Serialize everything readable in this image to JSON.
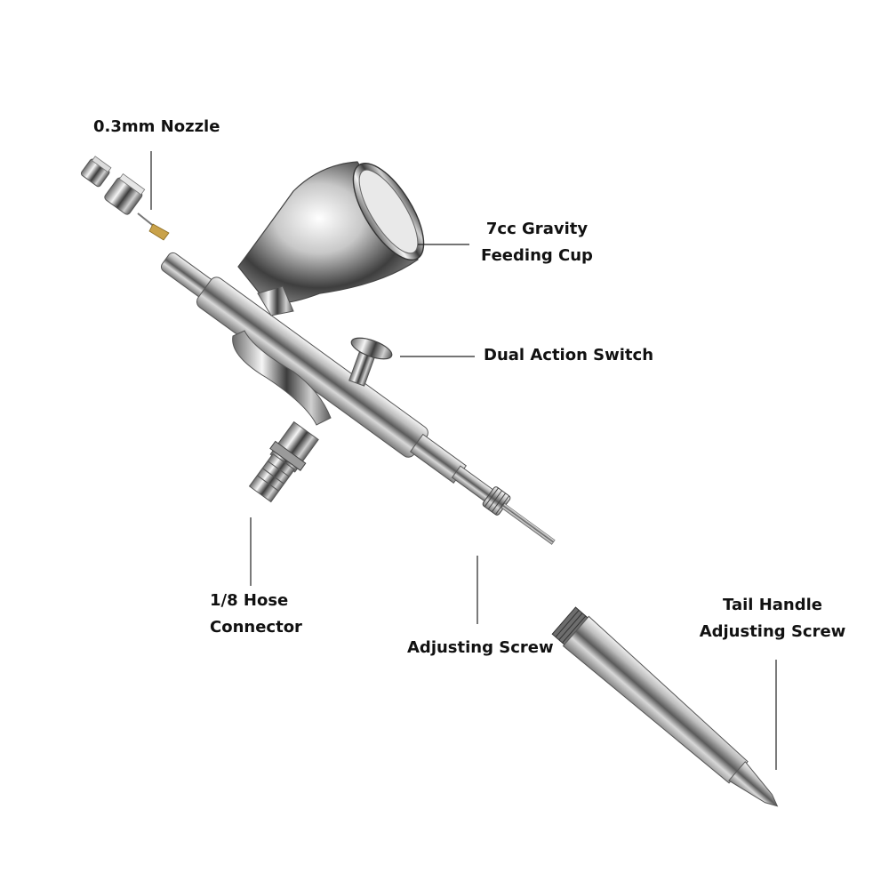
{
  "labels": {
    "nozzle": {
      "line1": "0.3mm Nozzle"
    },
    "cup": {
      "line1": "7cc Gravity",
      "line2": "Feeding Cup"
    },
    "switch": {
      "line1": "Dual Action Switch"
    },
    "hose": {
      "line1": "1/8 Hose",
      "line2": "Connector"
    },
    "adjusting_screw": {
      "line1": "Adjusting Screw"
    },
    "tail": {
      "line1": "Tail Handle",
      "line2": "Adjusting Screw"
    }
  },
  "colors": {
    "leader": "#222222",
    "chrome_dark": "#3a3a3a",
    "chrome_mid": "#9a9a9a",
    "chrome_light": "#f2f2f2",
    "brass": "#c9a24a"
  }
}
